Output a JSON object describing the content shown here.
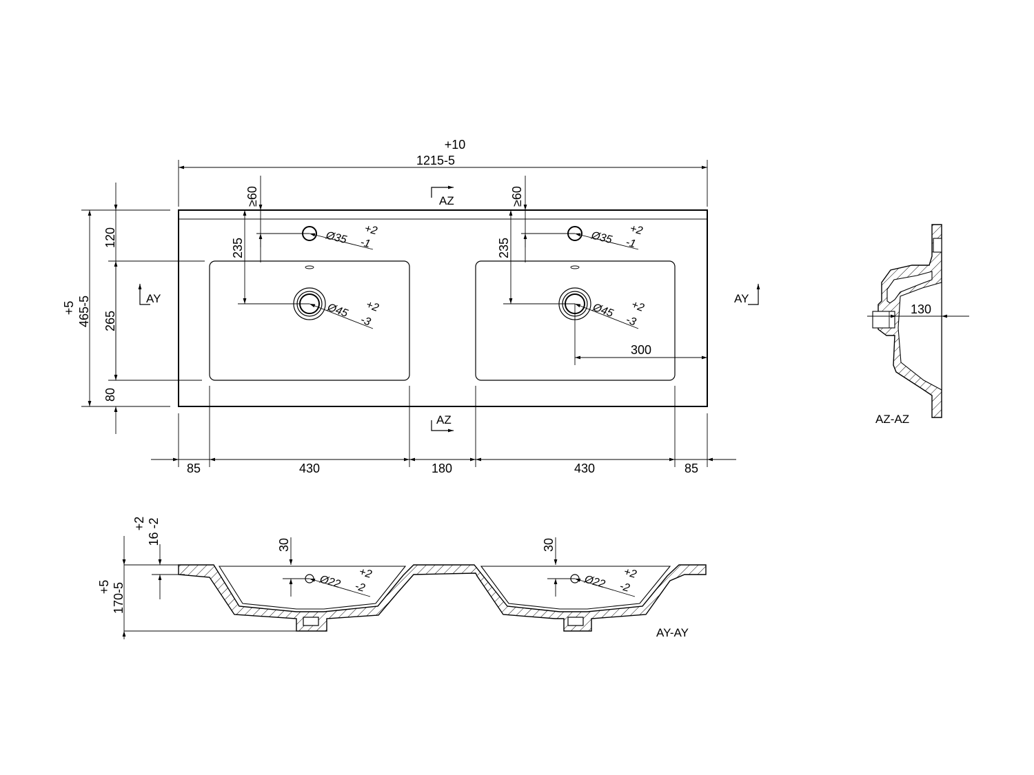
{
  "top_view": {
    "overall_width": {
      "tol_plus": "+10",
      "value": "1215-5"
    },
    "min_edge": "≥60",
    "section_az_label": "AZ",
    "section_ay_label": "AY",
    "depth": {
      "tol_plus": "+5",
      "value": "465-5"
    },
    "depth_segments": [
      "120",
      "265",
      "80"
    ],
    "center_offset": "235",
    "tap_hole": {
      "dia": "Ø35",
      "tol_plus": "+2",
      "tol_minus": "-1"
    },
    "drain_hole": {
      "dia": "Ø45",
      "tol_plus": "+2",
      "tol_minus": "-3"
    },
    "drain_to_edge": "300",
    "width_segments": [
      "85",
      "430",
      "180",
      "430",
      "85"
    ]
  },
  "side_section": {
    "label": "AY-AY",
    "height": {
      "tol_plus": "+5",
      "value": "170-5"
    },
    "rim": {
      "tol_plus": "+2",
      "value": "16 -2"
    },
    "overflow_offset": "30",
    "overflow_hole": {
      "dia": "Ø22",
      "tol_plus": "+2",
      "tol_minus": "-2"
    }
  },
  "cross_section": {
    "label": "AZ-AZ",
    "depth_dim": "130"
  }
}
